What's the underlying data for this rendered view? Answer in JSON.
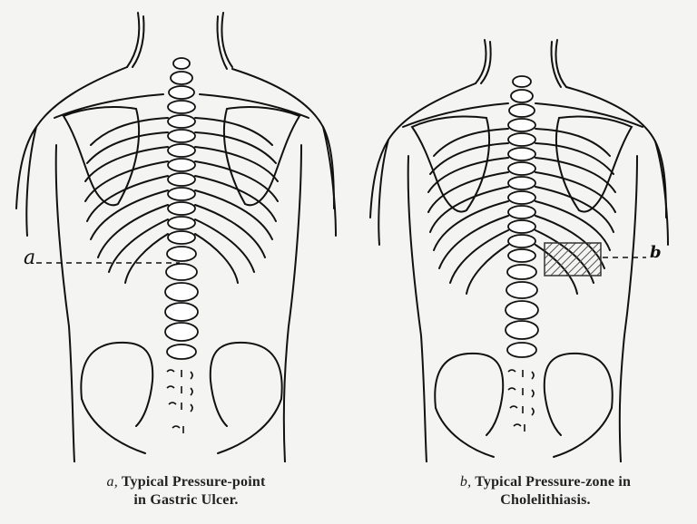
{
  "figures": [
    {
      "id": "a",
      "label_letter": "a",
      "caption_letter": "a,",
      "caption_line1": "Typical  Pressure-point",
      "caption_line2": "in Gastric Ulcer.",
      "marker_type": "dashed line pointing to pressure point",
      "marker_side": "left"
    },
    {
      "id": "b",
      "label_letter": "b",
      "caption_letter": "b,",
      "caption_line1": "Typical Pressure-zone in",
      "caption_line2": "Cholelithiasis.",
      "marker_type": "hatched rectangle zone with dashed leader line",
      "marker_side": "right"
    }
  ],
  "colors": {
    "paper": "#f4f4f2",
    "ink": "#111111",
    "hatch": "#555555"
  },
  "subject": "Posterior view of human torso showing spine, ribs, scapulae and pelvis"
}
